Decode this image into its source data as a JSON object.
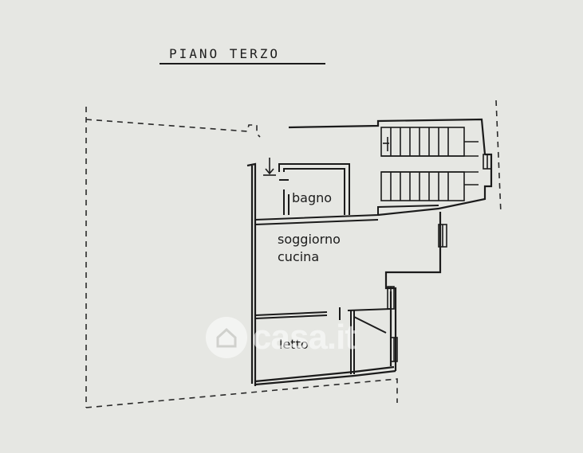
{
  "title": "PIANO    TERZO",
  "rooms": {
    "bagno": "bagno",
    "soggiorno": "soggiorno",
    "cucina": "cucina",
    "letto": "letto"
  },
  "watermark": {
    "text": "casa.it",
    "icon": "house-icon"
  },
  "colors": {
    "paper": "#e6e7e3",
    "ink": "#1b1b1b"
  }
}
